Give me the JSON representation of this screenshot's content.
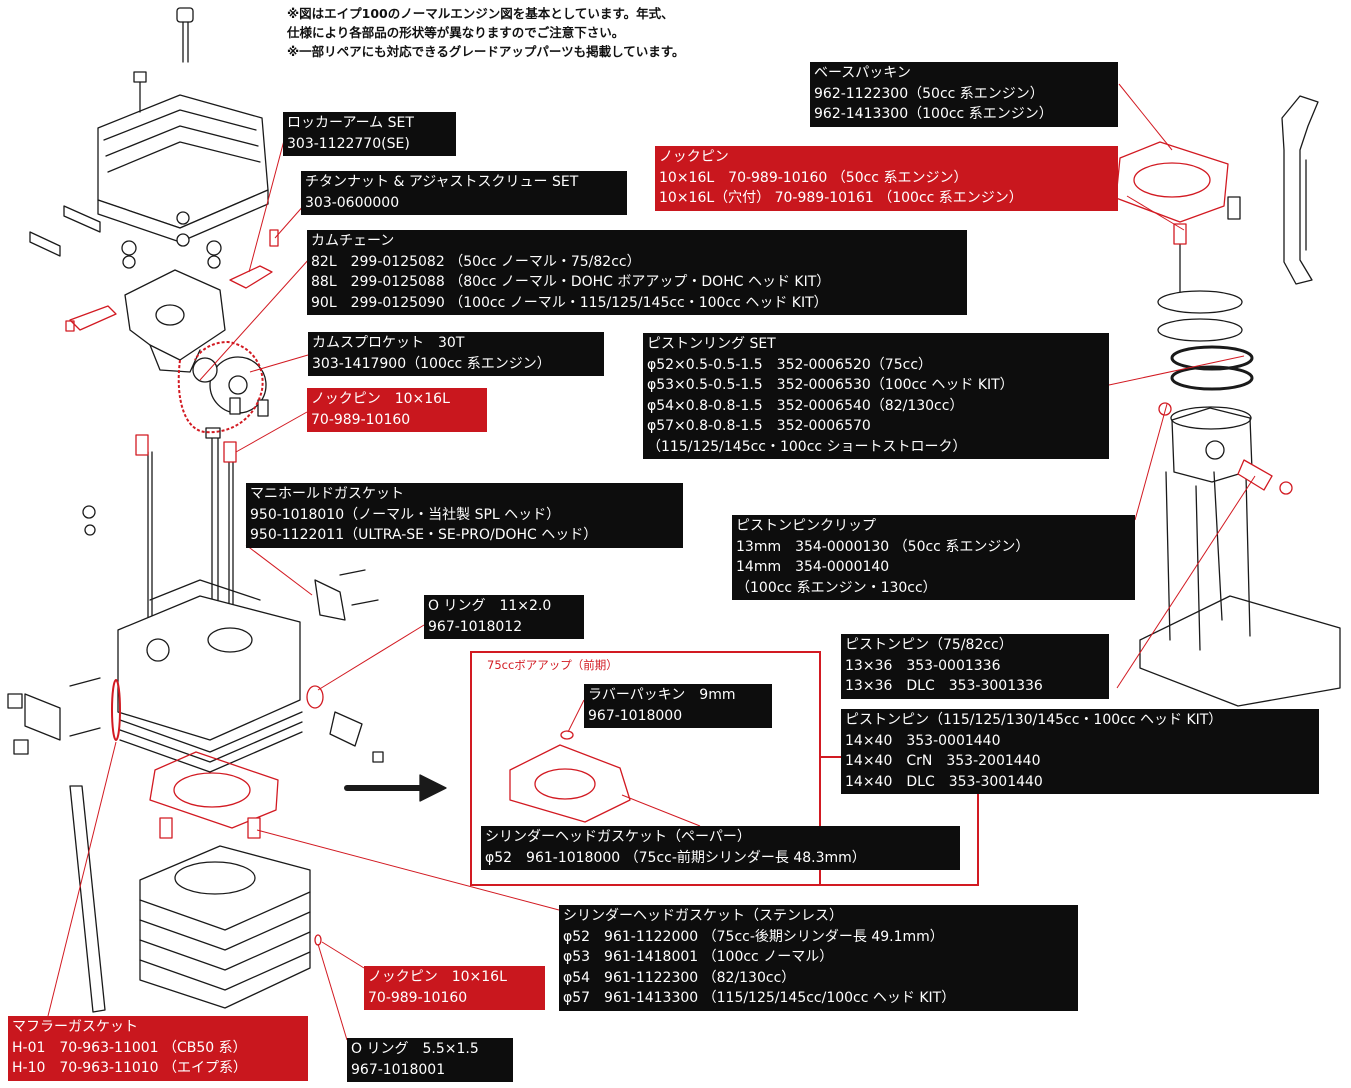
{
  "colors": {
    "accent_red": "#c9171e",
    "label_black": "#0d0d0d",
    "line_art": "#1a1a1a"
  },
  "notes": [
    "※図はエイプ100のノーマルエンジン図を基本としています。年式、",
    "仕様により各部品の形状等が異なりますのでご注意下さい。",
    "※一部リペアにも対応できるグレードアップパーツも掲載しています。"
  ],
  "callouts": {
    "rocker_arm": {
      "color": "black",
      "lines": [
        "ロッカーアーム SET",
        "303-1122770(SE)"
      ]
    },
    "titanium_nut": {
      "color": "black",
      "lines": [
        "チタンナット & アジャストスクリュー SET",
        "303-0600000"
      ]
    },
    "cam_chain": {
      "color": "black",
      "lines": [
        "カムチェーン",
        "82L　299-0125082 （50cc ノーマル・75/82cc）",
        "88L　299-0125088 （80cc ノーマル・DOHC ボアアップ・DOHC ヘッド KIT）",
        "90L　299-0125090 （100cc ノーマル・115/125/145cc・100cc ヘッド KIT）"
      ]
    },
    "cam_sprocket": {
      "color": "black",
      "lines": [
        "カムスプロケット　30T",
        "303-1417900（100cc 系エンジン）"
      ]
    },
    "knock_pin_head": {
      "color": "red",
      "lines": [
        "ノックピン　10×16L",
        "70-989-10160"
      ]
    },
    "manifold_gasket": {
      "color": "black",
      "lines": [
        "マニホールドガスケット",
        "950-1018010（ノーマル・当社製 SPL ヘッド）",
        "950-1122011（ULTRA-SE・SE-PRO/DOHC ヘッド）"
      ]
    },
    "o_ring_large": {
      "color": "black",
      "lines": [
        "O リング　11×2.0",
        "967-1018012"
      ]
    },
    "base_packing": {
      "color": "black",
      "lines": [
        "ベースパッキン",
        "962-1122300（50cc 系エンジン）",
        "962-1413300（100cc 系エンジン）"
      ]
    },
    "knock_pin_base": {
      "color": "red",
      "lines": [
        "ノックピン",
        "10×16L　70-989-10160 （50cc 系エンジン）",
        "10×16L（穴付） 70-989-10161 （100cc 系エンジン）"
      ]
    },
    "piston_ring": {
      "color": "black",
      "lines": [
        "ピストンリング SET",
        "φ52×0.5-0.5-1.5　352-0006520（75cc）",
        "φ53×0.5-0.5-1.5　352-0006530（100cc ヘッド KIT）",
        "φ54×0.8-0.8-1.5　352-0006540（82/130cc）",
        "φ57×0.8-0.8-1.5　352-0006570",
        "（115/125/145cc・100cc ショートストローク）"
      ]
    },
    "piston_pin_clip": {
      "color": "black",
      "lines": [
        "ピストンピンクリップ",
        "13mm　354-0000130 （50cc 系エンジン）",
        "14mm　354-0000140",
        "（100cc 系エンジン・130cc）"
      ]
    },
    "piston_pin_small": {
      "color": "black",
      "lines": [
        "ピストンピン（75/82cc）",
        "13×36　353-0001336",
        "13×36　DLC　353-3001336"
      ]
    },
    "piston_pin_large": {
      "color": "black",
      "lines": [
        "ピストンピン（115/125/130/145cc・100cc ヘッド KIT）",
        "14×40　353-0001440",
        "14×40　CrN　353-2001440",
        "14×40　DLC　353-3001440"
      ]
    },
    "rubber_packing": {
      "color": "black",
      "lines": [
        "ラバーパッキン　9mm",
        "967-1018000"
      ]
    },
    "head_gasket_paper": {
      "color": "black",
      "lines": [
        "シリンダーヘッドガスケット（ペーパー）",
        "φ52　961-1018000 （75cc-前期シリンダー長 48.3mm）"
      ]
    },
    "head_gasket_steel": {
      "color": "black",
      "lines": [
        "シリンダーヘッドガスケット（ステンレス）",
        "φ52　961-1122000 （75cc-後期シリンダー長 49.1mm）",
        "φ53　961-1418001 （100cc ノーマル）",
        "φ54　961-1122300 （82/130cc）",
        "φ57　961-1413300 （115/125/145cc/100cc ヘッド KIT）"
      ]
    },
    "knock_pin_cyl": {
      "color": "red",
      "lines": [
        "ノックピン　10×16L",
        "70-989-10160"
      ]
    },
    "muffler_gasket": {
      "color": "red",
      "lines": [
        "マフラーガスケット",
        "H-01　70-963-11001 （CB50 系）",
        "H-10　70-963-11010 （エイプ系）"
      ]
    },
    "o_ring_small": {
      "color": "black",
      "lines": [
        "O リング　5.5×1.5",
        "967-1018001"
      ]
    }
  },
  "boreup_frame": {
    "title": "75ccボアアップ（前期）"
  }
}
